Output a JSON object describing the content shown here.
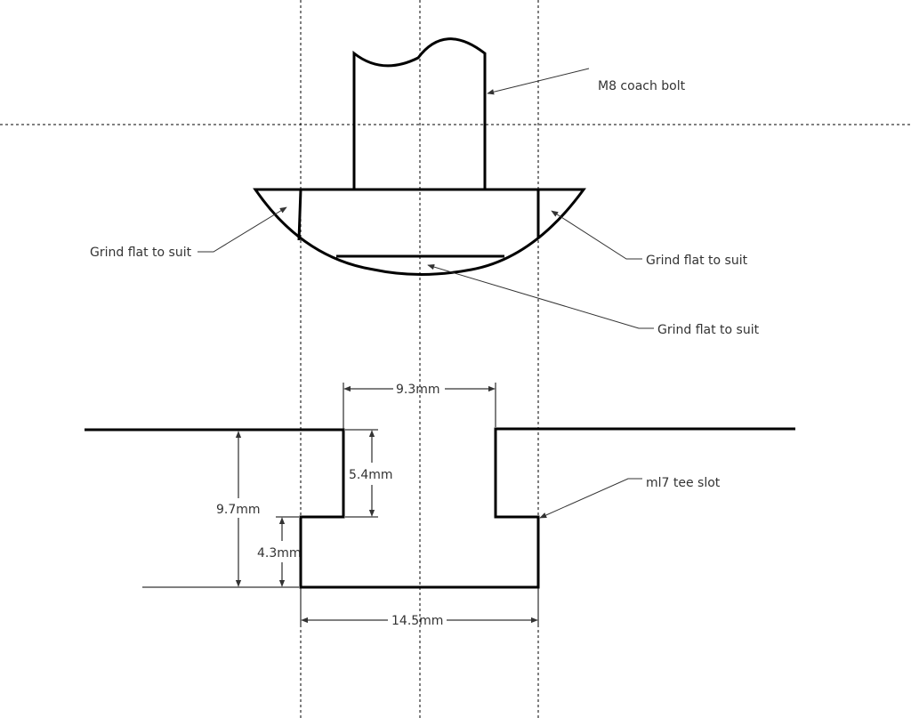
{
  "labels": {
    "coach_bolt": "M8 coach bolt",
    "grind_left": "Grind flat to suit",
    "grind_right": "Grind flat to suit",
    "grind_bottom": "Grind flat to suit",
    "tee_slot": "ml7 tee slot"
  },
  "dimensions": {
    "slot_width": "9.3mm",
    "upper_depth": "5.4mm",
    "total_depth": "9.7mm",
    "lower_depth": "4.3mm",
    "base_width": "14.5mm"
  }
}
